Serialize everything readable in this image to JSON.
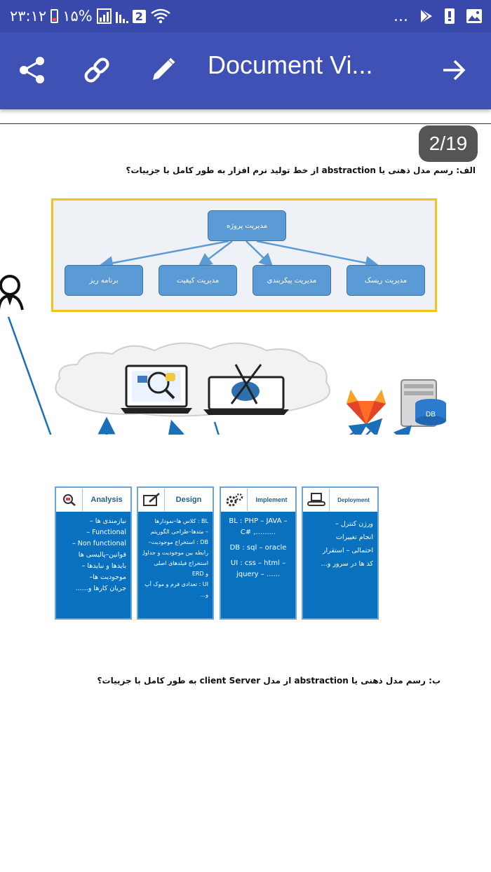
{
  "status_bar": {
    "time": "۲۳:۱۲",
    "battery": "۱۵%",
    "sim_badge": "2",
    "more": "..."
  },
  "app_bar": {
    "title": "Document Vi...",
    "icons": [
      "share-icon",
      "link-icon",
      "pencil-icon",
      "arrow-forward-icon"
    ]
  },
  "viewer": {
    "page_indicator": "2/19"
  },
  "document": {
    "heading_a": "الف: رسم مدل ذهنی یا abstraction از خط تولید نرم افزار به طور کامل با جزییات؟",
    "project_chart": {
      "root": "مدیریت پروژه",
      "children": [
        "برنامه ریز",
        "مدیریت کیفیت",
        "مدیریت پیکربندی",
        "مدیریت ریسک"
      ]
    },
    "db_label": "DB",
    "columns": [
      {
        "label": "Analysis",
        "icon": "magnifier-icon",
        "lines": [
          "نیازمندی ها –",
          "Functional –",
          "Non functional –",
          "قوانین–پالیسی ها",
          "بایدها و نبایدها –",
          "موجودیت ها–",
          "جریان کارها و......"
        ]
      },
      {
        "label": "Design",
        "icon": "pen-tablet-icon",
        "lines": [
          "BL : کلاس ها–نمودارها",
          "– متدها–طراحی الگوریتم",
          "DB : استخراج موجودیت–",
          "رابطه بین موجودیت و جداول",
          "استخراج فیلدهای اصلی",
          "و ERD",
          "UI : تعدادی فرم و موک آپ",
          "و..."
        ]
      },
      {
        "label": "Implement",
        "icon": "gears-icon",
        "lines": [
          "BL : PHP – JAVA –",
          "C# ,.........",
          "",
          "DB : sql – oracle",
          "",
          "UI : css – html –",
          "jquery – ......"
        ]
      },
      {
        "label": "Deployment",
        "icon": "conveyor-icon",
        "lines": [
          "ورژن کنترل –",
          "انجام تغییرات",
          "احتمالی – استقرار",
          "کد ها در سرور و..."
        ]
      }
    ],
    "heading_b": "ب: رسم مدل ذهنی یا abstraction از مدل client Server به طور کامل با جزییات؟"
  }
}
